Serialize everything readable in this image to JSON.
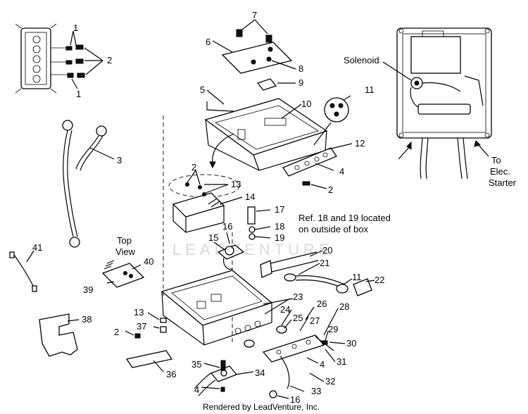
{
  "diagram": {
    "callouts": [
      "1",
      "2",
      "1",
      "3",
      "5",
      "6",
      "7",
      "8",
      "9",
      "10",
      "11",
      "12",
      "4",
      "2",
      "2",
      "13",
      "14",
      "17",
      "16",
      "18",
      "15",
      "19",
      "20",
      "21",
      "11",
      "22",
      "23",
      "24",
      "25",
      "26",
      "27",
      "28",
      "29",
      "30",
      "31",
      "4",
      "32",
      "33",
      "16",
      "34",
      "35",
      "4",
      "36",
      "37",
      "2",
      "13",
      "38",
      "39",
      "40",
      "41"
    ],
    "notes": {
      "ref": "Ref. 18 and 19 located",
      "ref2": "on outside of box",
      "top_view": "Top",
      "top_view2": "View",
      "solenoid": "Solenoid",
      "to_elec": "To",
      "to_elec2": "Elec.",
      "to_elec3": "Starter"
    },
    "watermark": "LEADVENTURE",
    "footer": "Rendered by LeadVenture, Inc."
  }
}
